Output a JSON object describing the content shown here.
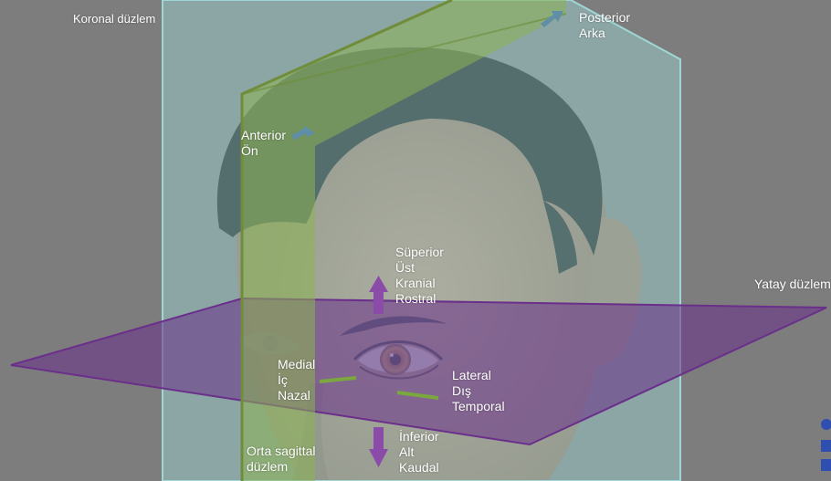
{
  "colors": {
    "background": "#7d7d7d",
    "coronal_plane": "#9fd6d6",
    "sagittal_plane": "#8db552",
    "transverse_plane": "#6a2f8a",
    "arrow_purple": "#8a4ca8",
    "arrow_blue": "#5f8fa8",
    "skin": "#a37e67",
    "hair": "#151515",
    "iris": "#b5702a"
  },
  "labels": {
    "coronal": "Koronal düzlem",
    "posterior": [
      "Posterior",
      "Arka"
    ],
    "anterior": [
      "Anterior",
      "Ön"
    ],
    "superior": [
      "Süperior",
      "Üst",
      "Kranial",
      "Rostral"
    ],
    "transverse": "Yatay düzlem",
    "medial": [
      "Medial",
      "İç",
      "Nazal"
    ],
    "lateral": [
      "Lateral",
      "Dış",
      "Temporal"
    ],
    "inferior": [
      "İnferior",
      "Alt",
      "Kaudal"
    ],
    "midsagittal": [
      "Orta sagittal",
      "düzlem"
    ]
  },
  "icons": [
    "up-arrow-icon",
    "down-arrow-icon",
    "posterior-arrow-icon",
    "anterior-arrow-icon"
  ]
}
